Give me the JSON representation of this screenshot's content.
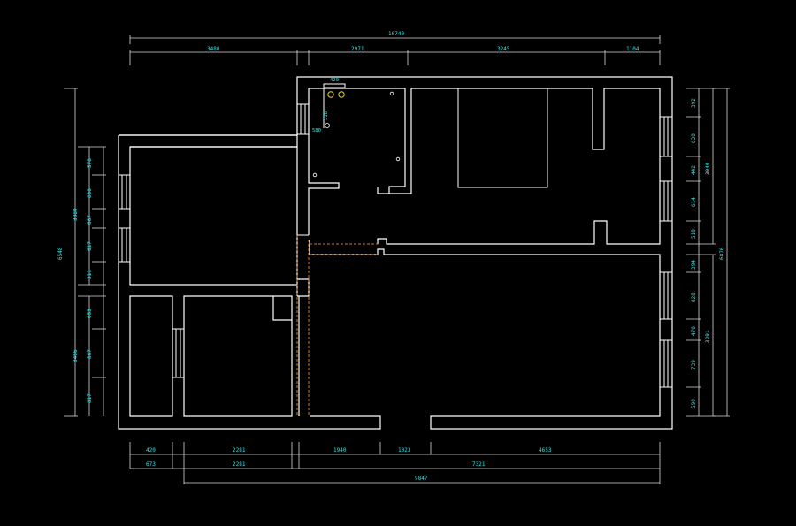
{
  "dimensions": {
    "top_total": "10740",
    "top_1": "3480",
    "top_2": "2971",
    "top_3": "3245",
    "top_4": "1104",
    "bottom_a1": "420",
    "bottom_a2": "2281",
    "bottom_a3": "1940",
    "bottom_a4": "1023",
    "bottom_a5": "4653",
    "bottom_b1": "673",
    "bottom_b2": "2281",
    "bottom_b3": "7321",
    "bottom_total": "9847",
    "left_total": "6548",
    "left_upper": "3080",
    "left_lower": "3466",
    "left_1": "578",
    "left_2": "838",
    "left_3": "667",
    "left_4": "617",
    "left_5": "311",
    "left_6": "653",
    "left_7": "867",
    "left_8": "817",
    "right_total": "6876",
    "right_upper": "3040",
    "right_lower": "3201",
    "right_1": "392",
    "right_2": "630",
    "right_3": "442",
    "right_4": "614",
    "right_5": "518",
    "right_6": "394",
    "right_7": "828",
    "right_8": "470",
    "right_9": "739",
    "right_10": "590",
    "kitchen_w": "420",
    "kitchen_h": "518",
    "kitchen_d": "580"
  }
}
